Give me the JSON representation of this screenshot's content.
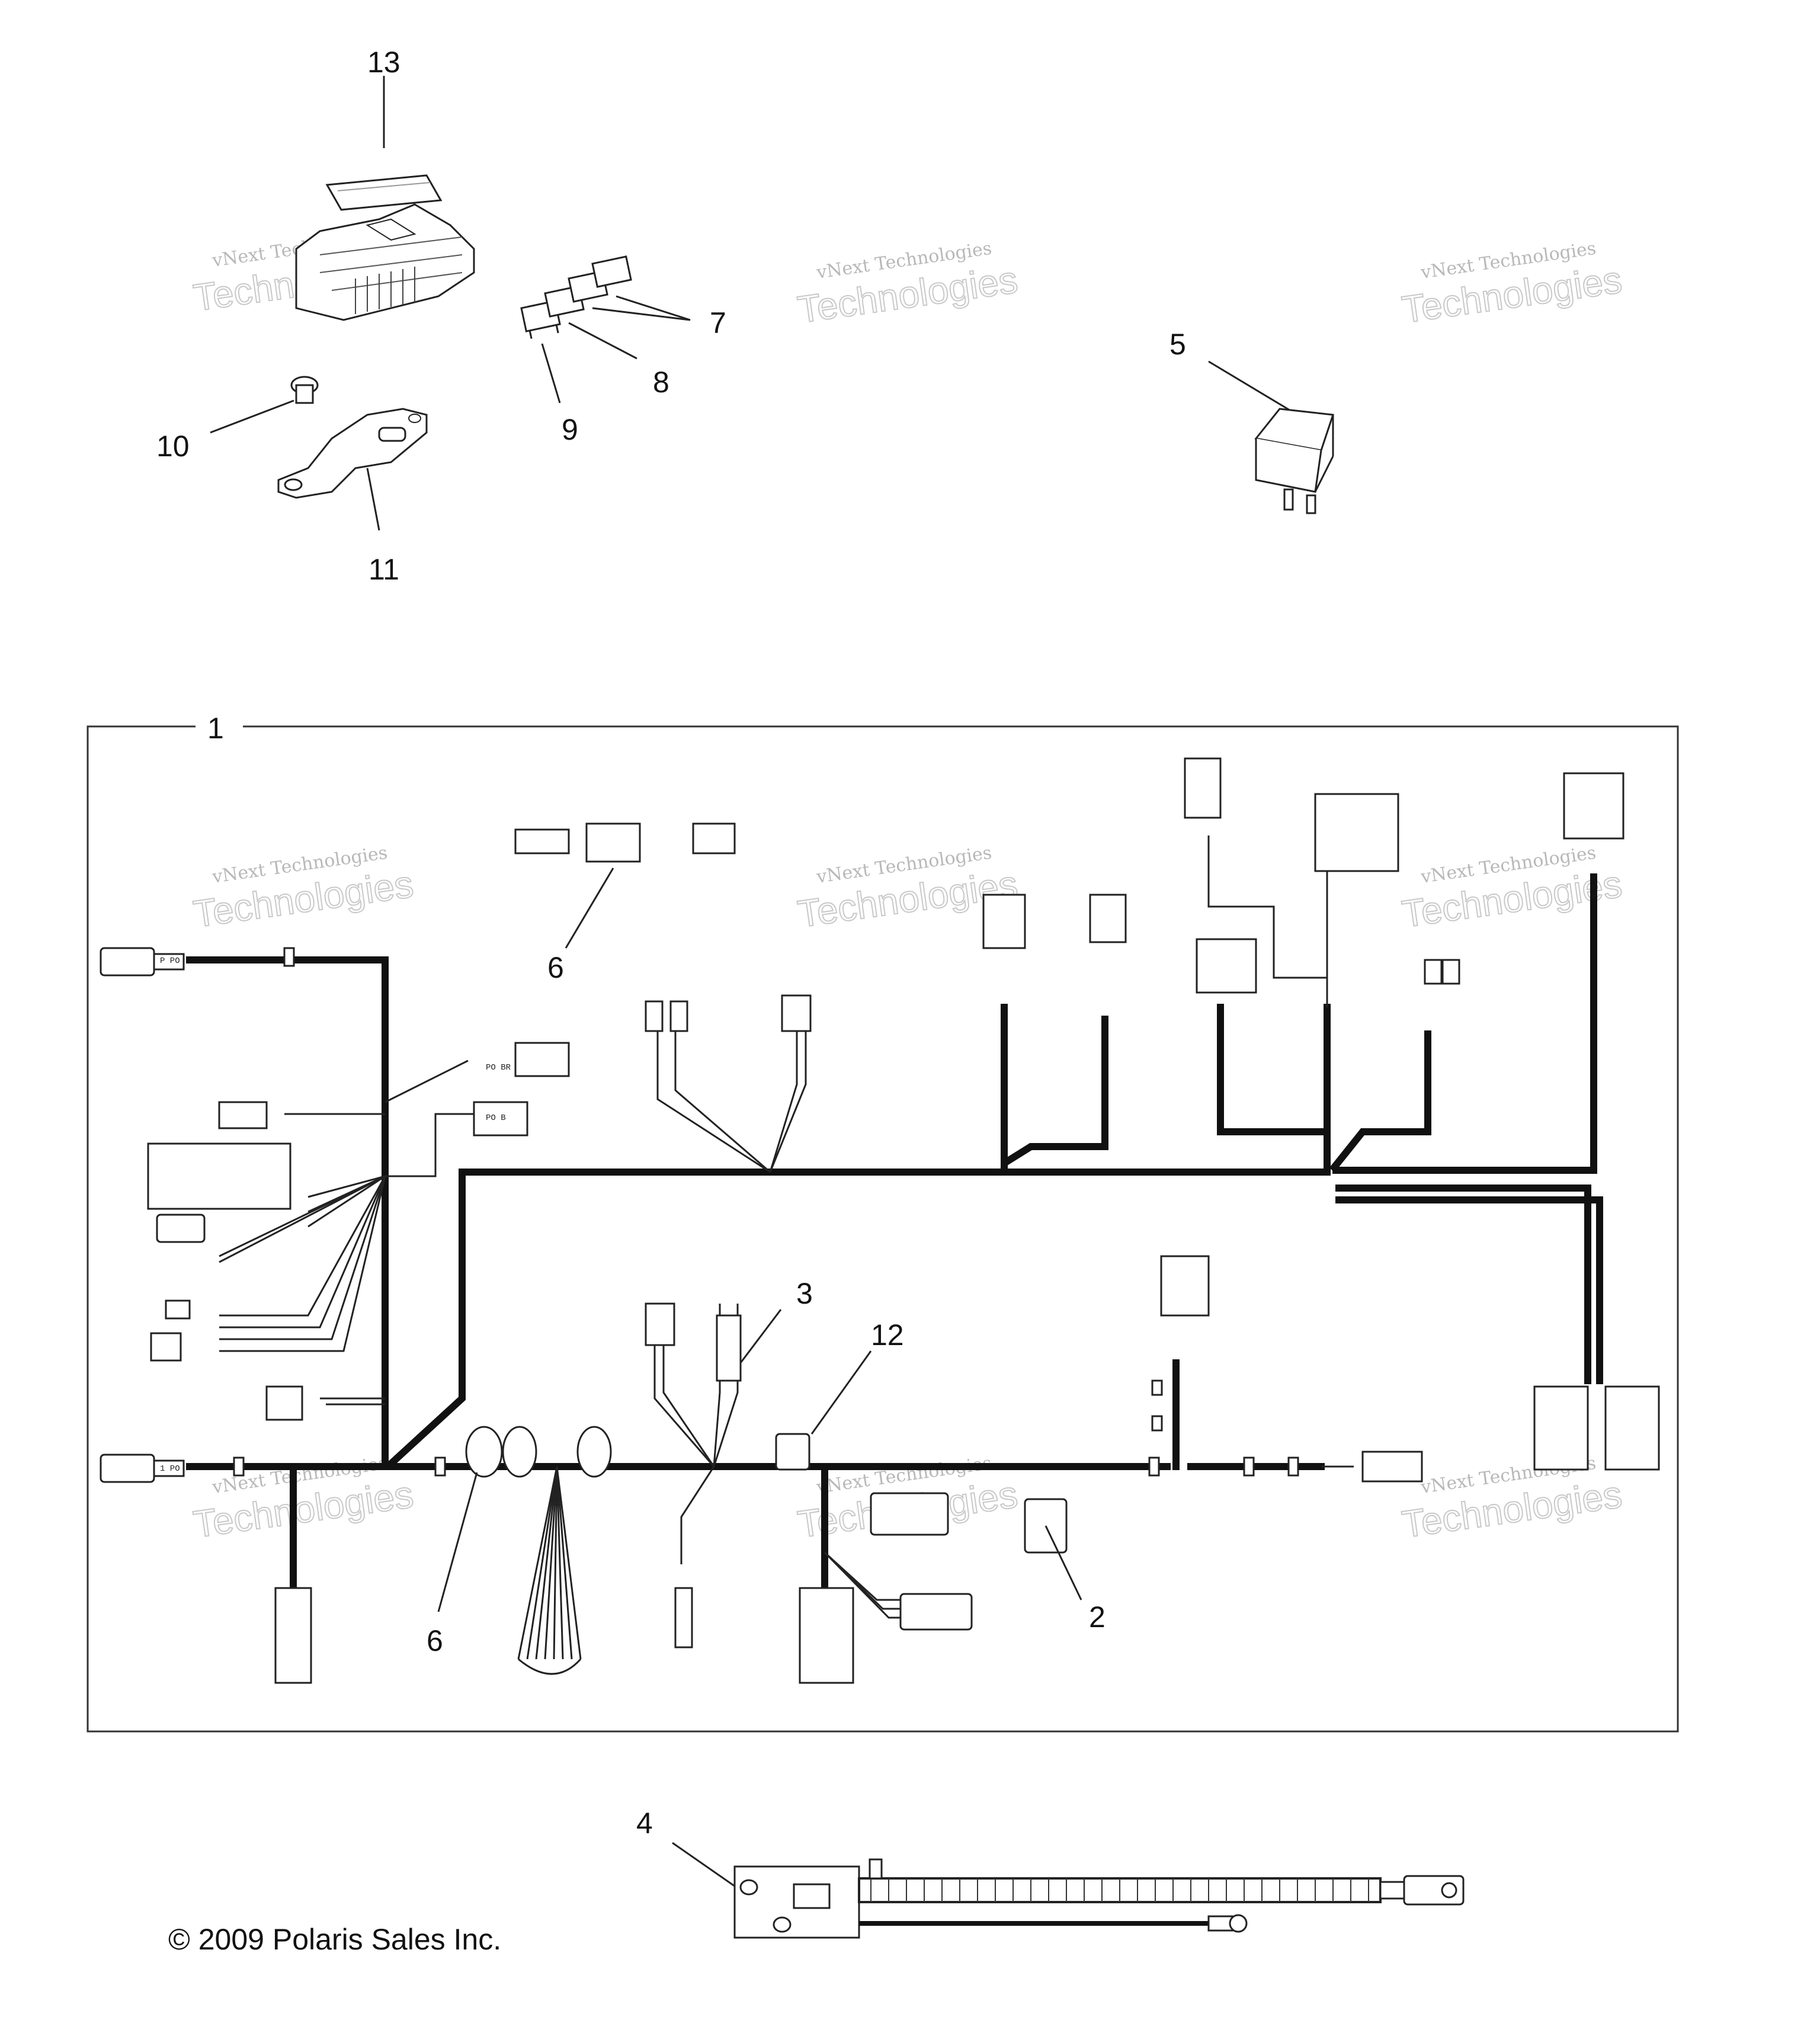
{
  "callouts": {
    "c1": "1",
    "c2": "2",
    "c3": "3",
    "c4": "4",
    "c5": "5",
    "c6a": "6",
    "c6b": "6",
    "c7": "7",
    "c8": "8",
    "c9": "9",
    "c10": "10",
    "c11": "11",
    "c12": "12",
    "c13": "13"
  },
  "watermark": {
    "line_small": "vNext Technologies",
    "line_big": "Technologies",
    "line_top": "vNext"
  },
  "copyright": "© 2009 Polaris Sales Inc.",
  "colors": {
    "wire": "#111111",
    "line": "#222222",
    "watermark": "#bdbdbd",
    "background": "#ffffff"
  }
}
